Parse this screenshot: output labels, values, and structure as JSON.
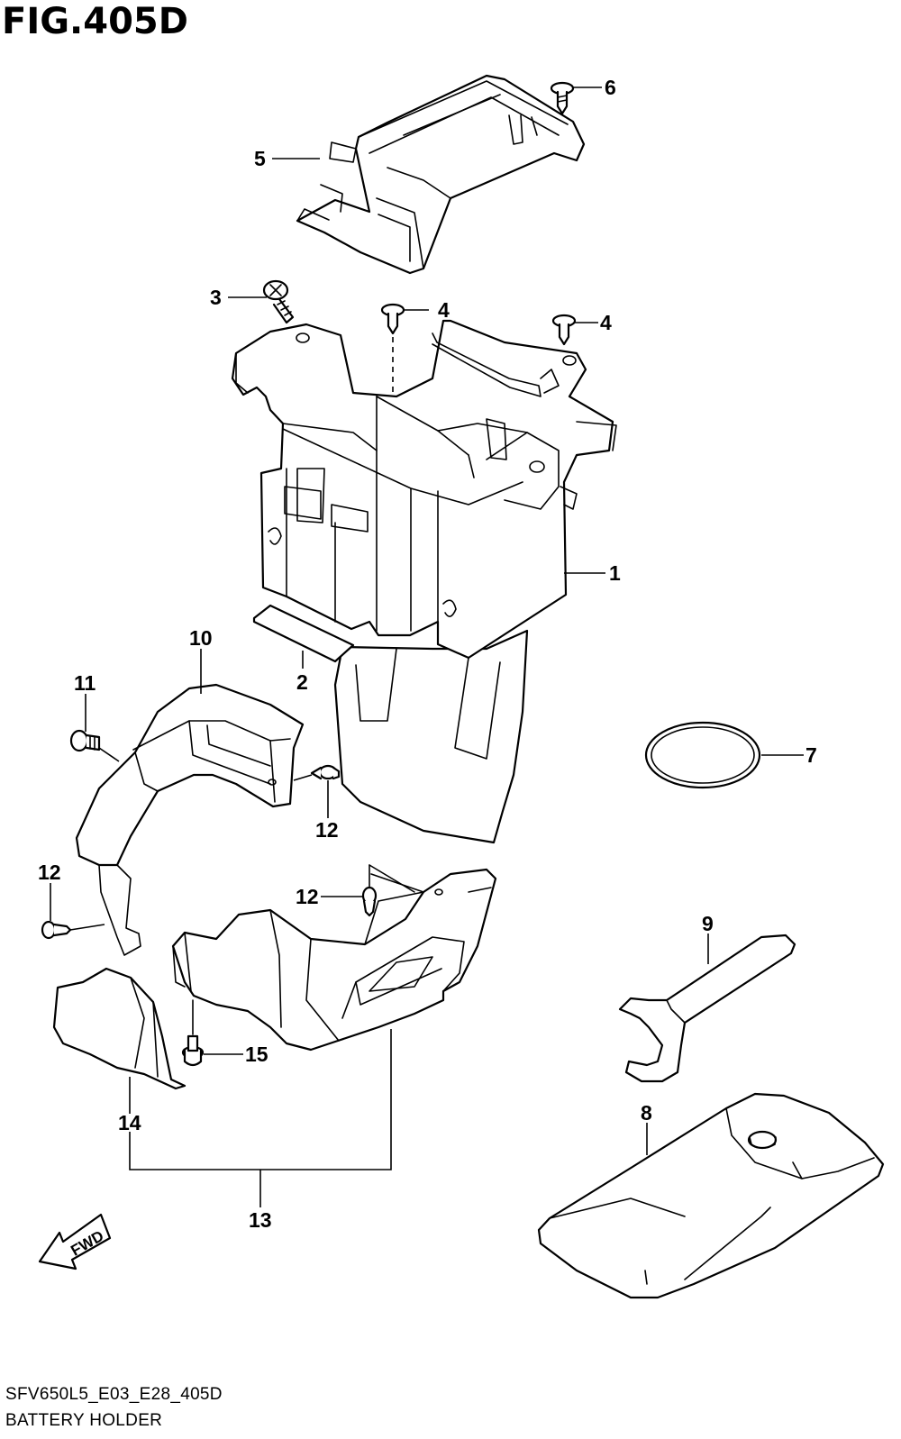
{
  "figure": {
    "title": "FIG.405D",
    "model_code": "SFV650L5_E03_E28_405D",
    "group_name": "BATTERY HOLDER"
  },
  "fwd_marker": {
    "label": "FWD"
  },
  "callouts": {
    "c1": "1",
    "c2": "2",
    "c3": "3",
    "c4a": "4",
    "c4b": "4",
    "c5": "5",
    "c6": "6",
    "c7": "7",
    "c8": "8",
    "c9": "9",
    "c10": "10",
    "c11": "11",
    "c12a": "12",
    "c12b": "12",
    "c12c": "12",
    "c13": "13",
    "c14": "14",
    "c15": "15"
  },
  "colors": {
    "line": "#000000",
    "background": "#ffffff"
  }
}
